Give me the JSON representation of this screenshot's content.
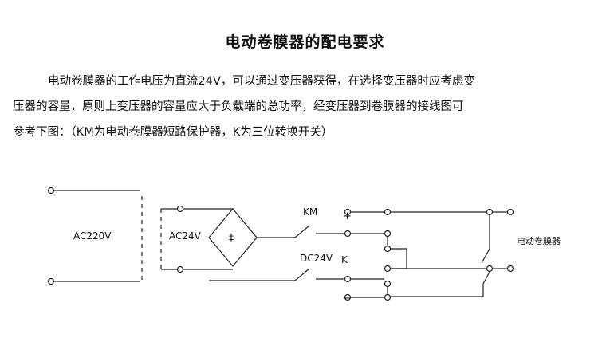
{
  "document": {
    "title": "电动卷膜器的配电要求",
    "paragraph_lines": [
      "电动卷膜器的工作电压为直流24V，可以通过变压器获得，在选择变压器时应考虑变",
      "压器的容量，原则上变压器的容量应大于负载端的总功率，经变压器到卷膜器的接线图可",
      "参考下图：（KM为电动卷膜器短路保护器，K为三位转换开关）"
    ]
  },
  "diagram": {
    "labels": {
      "ac220": "AC220V",
      "ac24": "AC24V",
      "rectifier_symbol": "‡",
      "km": "KM",
      "dc24": "DC24V",
      "k": "K",
      "plus": "+",
      "minus": "−",
      "motor": "电动卷膜器"
    }
  }
}
